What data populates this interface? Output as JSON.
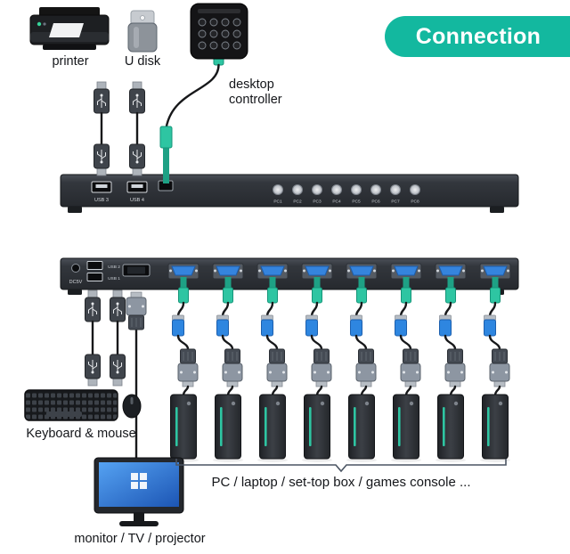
{
  "badge": {
    "label": "Connection",
    "color": "#13b89f"
  },
  "devices": {
    "printer": {
      "label": "printer"
    },
    "udisk": {
      "label": "U disk"
    },
    "controller": {
      "label": "desktop controller"
    }
  },
  "kvm_front": {
    "usb_port_labels": [
      "USB 3",
      "USB 4"
    ],
    "buttons": [
      "PC1",
      "PC2",
      "PC3",
      "PC4",
      "PC5",
      "PC6",
      "PC7",
      "PC8"
    ]
  },
  "kvm_rear": {
    "power_label": "DC5V",
    "usb_port_labels": [
      "USB 2",
      "USB 1"
    ]
  },
  "peripherals": {
    "keyboard_mouse": {
      "label": "Keyboard & mouse"
    },
    "monitor": {
      "label": "monitor / TV / projector"
    }
  },
  "computers": {
    "label": "PC / laptop / set-top box / games console ..."
  },
  "colors": {
    "accent": "#13b89f",
    "vga_blue": "#3584dd",
    "usb_teal": "#2ec5a2",
    "plug_blue": "#2e86e0"
  }
}
